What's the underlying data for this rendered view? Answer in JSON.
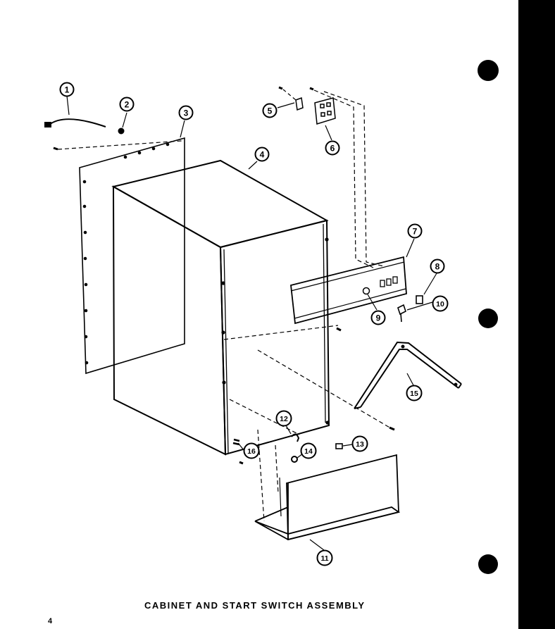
{
  "caption": "CABINET AND START SWITCH ASSEMBLY",
  "page_number": "4",
  "callouts": [
    "1",
    "2",
    "3",
    "4",
    "5",
    "6",
    "7",
    "8",
    "9",
    "10",
    "11",
    "12",
    "13",
    "14",
    "15",
    "16"
  ]
}
